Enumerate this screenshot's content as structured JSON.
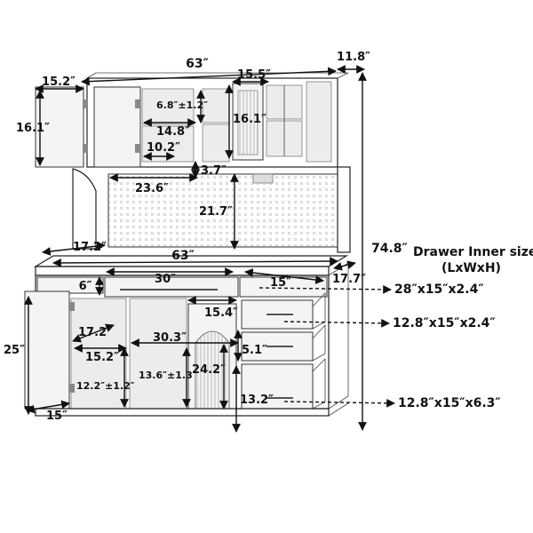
{
  "dimensions": {
    "overall_width": "63″",
    "overall_depth": "11.8″",
    "upper_left_width": "15.2″",
    "upper_right_width": "15.5″",
    "upper_left_height": "16.1″",
    "upper_right_height": "16.1″",
    "shelf_tol": "6.8″±1.2″",
    "upper_center_width": "14.8″",
    "upper_small_width": "10.2″",
    "gap_height": "3.7″",
    "pegboard_width": "23.6″",
    "pegboard_height": "21.7″",
    "counter_depth": "17.2″",
    "counter_width": "63″",
    "total_height": "74.8″",
    "base_depth": "17.7″",
    "drawer_height": "6″",
    "drawer_width": "30″",
    "drawer_small_width": "15″",
    "middle_width": "15.4″",
    "left_depth": "17.2″",
    "left_width": "15.2″",
    "center_width": "30.3″",
    "small_drawer_height": "5.1″",
    "base_height": "25″",
    "inner_shelf_tol": "12.2″±1.2″",
    "center_shelf_tol": "13.6″±1.3″",
    "center_height": "24.2″",
    "large_drawer_height": "13.2″",
    "bottom_depth": "15″"
  },
  "drawer_info": {
    "title_line1": "Drawer Inner size:",
    "title_line2": "(LxWxH)",
    "drawer1": "28″x15″x2.4″",
    "drawer2": "12.8″x15″x2.4″",
    "drawer3": "12.8″x15″x6.3″"
  }
}
